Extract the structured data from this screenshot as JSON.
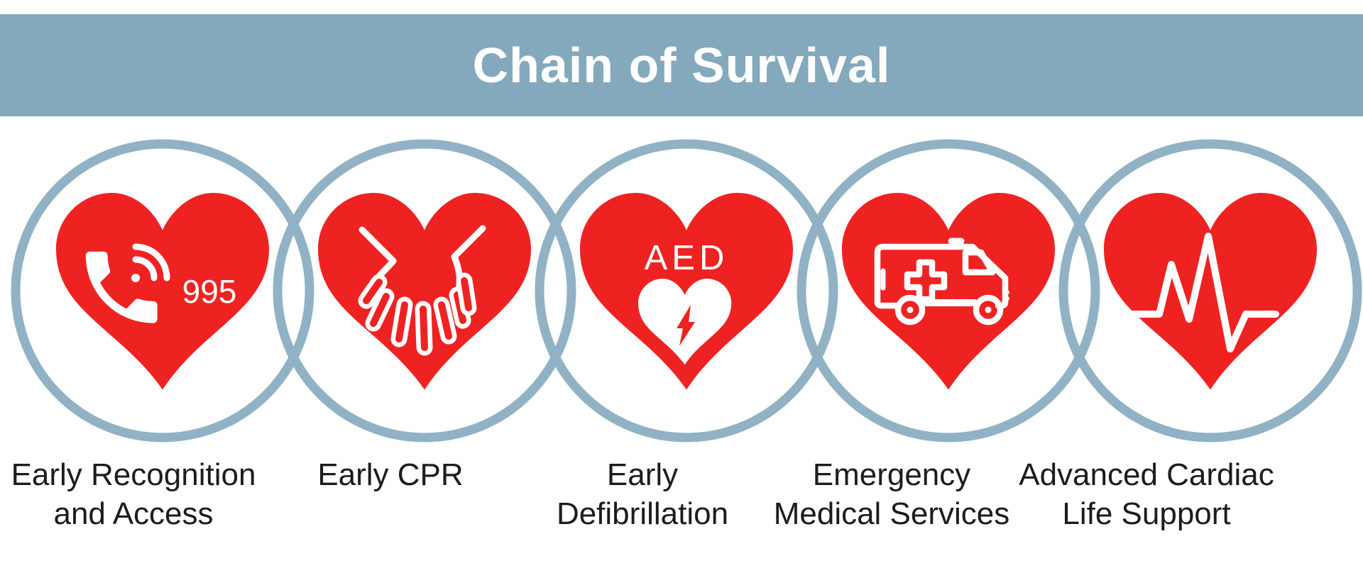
{
  "title": "Chain of Survival",
  "colors": {
    "header_bg": "#84a8bc",
    "ring": "#90b2c4",
    "heart_red": "#ef2222",
    "label_text": "#1c1c1c"
  },
  "links": [
    {
      "icon": "phone-995-icon",
      "badge": "995",
      "label_line1": "Early Recognition",
      "label_line2": "and Access"
    },
    {
      "icon": "cpr-hands-icon",
      "badge": "",
      "label_line1": "Early CPR",
      "label_line2": ""
    },
    {
      "icon": "aed-icon",
      "badge": "AED",
      "label_line1": "Early",
      "label_line2": "Defibrillation"
    },
    {
      "icon": "ambulance-icon",
      "badge": "",
      "label_line1": "Emergency",
      "label_line2": "Medical Services"
    },
    {
      "icon": "ecg-pulse-icon",
      "badge": "",
      "label_line1": "Advanced Cardiac",
      "label_line2": "Life Support"
    }
  ]
}
